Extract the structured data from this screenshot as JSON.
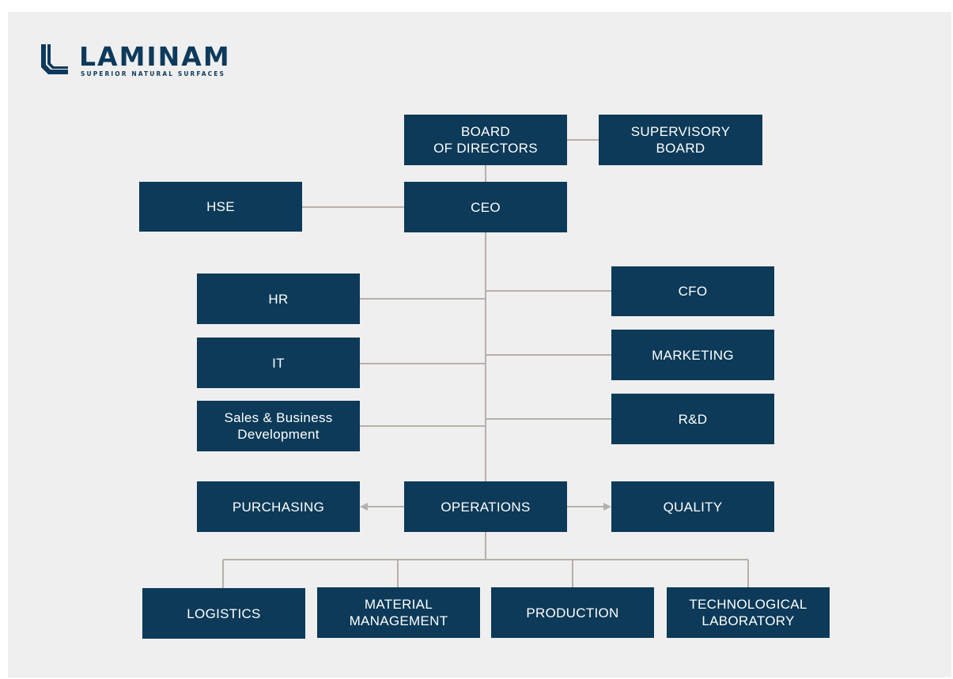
{
  "logo": {
    "name": "LAMINAM",
    "tagline": "SUPERIOR NATURAL SURFACES"
  },
  "colors": {
    "box": "#0c3a58",
    "line": "#b7b0aa",
    "background": "#efefef",
    "text": "#ffffff"
  },
  "nodes": {
    "board": "BOARD\nOF DIRECTORS",
    "supervisory": "SUPERVISORY\nBOARD",
    "hse": "HSE",
    "ceo": "CEO",
    "hr": "HR",
    "it": "IT",
    "sales": "Sales & Business\nDevelopment",
    "cfo": "CFO",
    "marketing": "MARKETING",
    "rd": "R&D",
    "purchasing": "PURCHASING",
    "operations": "OPERATIONS",
    "quality": "QUALITY",
    "logistics": "LOGISTICS",
    "material": "MATERIAL\nMANAGEMENT",
    "production": "PRODUCTION",
    "techlab": "TECHNOLOGICAL\nLABORATORY"
  },
  "edges": [
    {
      "from": "Board of Directors",
      "to": "Supervisory Board"
    },
    {
      "from": "Board of Directors",
      "to": "CEO"
    },
    {
      "from": "CEO",
      "to": "HSE"
    },
    {
      "from": "CEO",
      "to": "HR"
    },
    {
      "from": "CEO",
      "to": "IT"
    },
    {
      "from": "CEO",
      "to": "Sales & Business Development"
    },
    {
      "from": "CEO",
      "to": "CFO"
    },
    {
      "from": "CEO",
      "to": "Marketing"
    },
    {
      "from": "CEO",
      "to": "R&D"
    },
    {
      "from": "CEO",
      "to": "Operations"
    },
    {
      "from": "Operations",
      "to": "Purchasing",
      "arrow": true
    },
    {
      "from": "Operations",
      "to": "Quality",
      "arrow": true
    },
    {
      "from": "Operations",
      "to": "Logistics"
    },
    {
      "from": "Operations",
      "to": "Material Management"
    },
    {
      "from": "Operations",
      "to": "Production"
    },
    {
      "from": "Operations",
      "to": "Technological Laboratory"
    }
  ]
}
